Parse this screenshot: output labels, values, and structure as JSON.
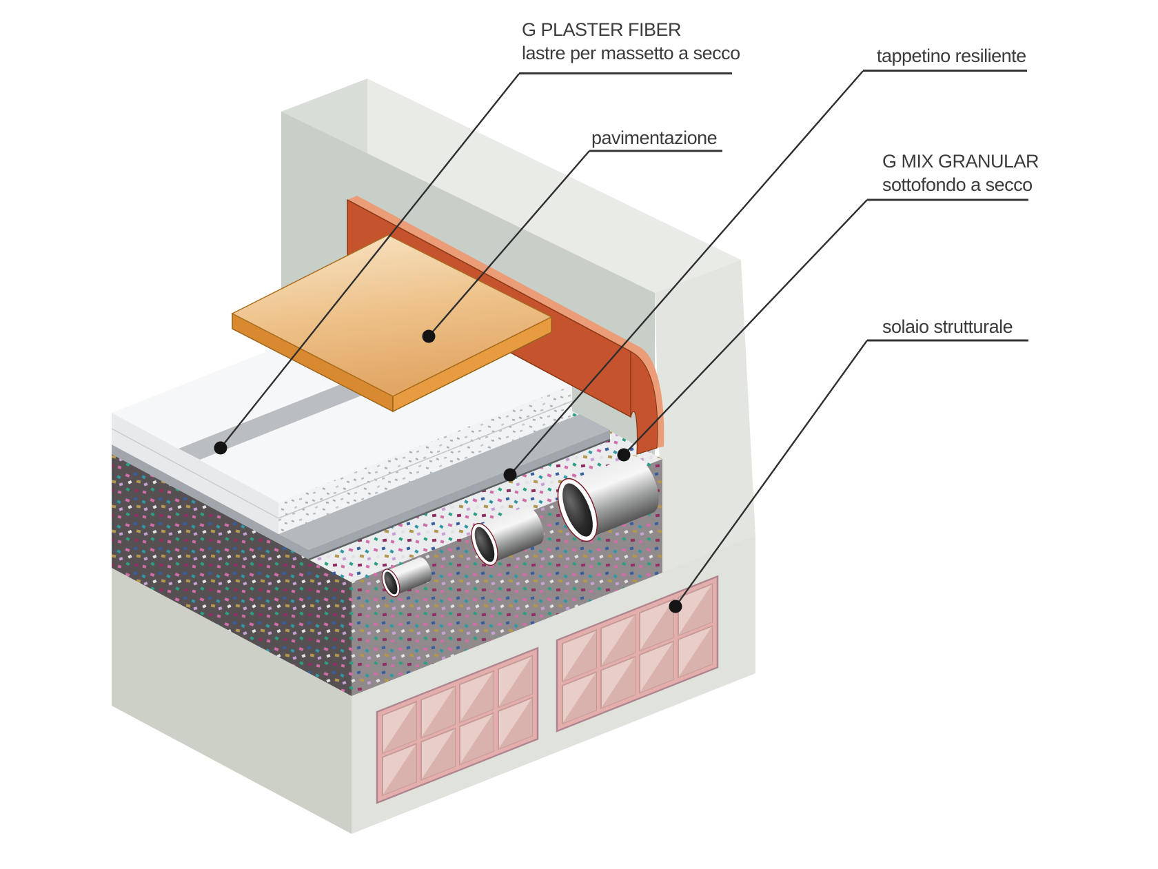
{
  "diagram": {
    "type": "isometric-cutaway-floor-stratigraphy",
    "labels": {
      "plaster": {
        "line1": "G PLASTER FIBER",
        "line2": "lastre per massetto a secco"
      },
      "pavimentazione": {
        "line1": "pavimentazione"
      },
      "tappetino": {
        "line1": "tappetino resiliente"
      },
      "gmix": {
        "line1": "G MIX GRANULAR",
        "line2": "sottofondo a secco"
      },
      "solaio": {
        "line1": "solaio strutturale"
      }
    },
    "colors": {
      "text": "#3b3b3b",
      "leader": "#2e2e2e",
      "wall_top": "#e9ebe6",
      "wall_front": "#c8cec8",
      "wall_end_left": "#d9ddd7",
      "wall_end_right": "#e2e5e0",
      "slab_left": "#ccd0c7",
      "slab_right": "#e0e2dc",
      "block_frame": "#e3aeab",
      "block_cell": "#e9cdc8",
      "block_shadow": "#d9b2ae",
      "granular_dark": "#565052",
      "granular_mid": "#908a8c",
      "granular_light": "#ebecee",
      "mat_top": "#b4b9be",
      "mat_edge": "#a0a6ac",
      "board_top": "#f6f7f8",
      "board_stripe": "#babec2",
      "board_edge_bg": "#f1f3f4",
      "tile_top_light": "#f8e6c9",
      "tile_top_dark": "#e2a765",
      "tile_edge": "#d98a31",
      "tile_edge2": "#e89c3f",
      "strip_orange": "#c4532e",
      "strip_salmon": "#eb9d78",
      "pipe_light": "#ededed",
      "pipe_dark": "#555555",
      "speckles": [
        "#cf6ea8",
        "#345e9e",
        "#2f98a3",
        "#b3964f",
        "#c7a0d6",
        "#e3e3e6",
        "#8f2f63",
        "#2a9f86"
      ]
    }
  }
}
